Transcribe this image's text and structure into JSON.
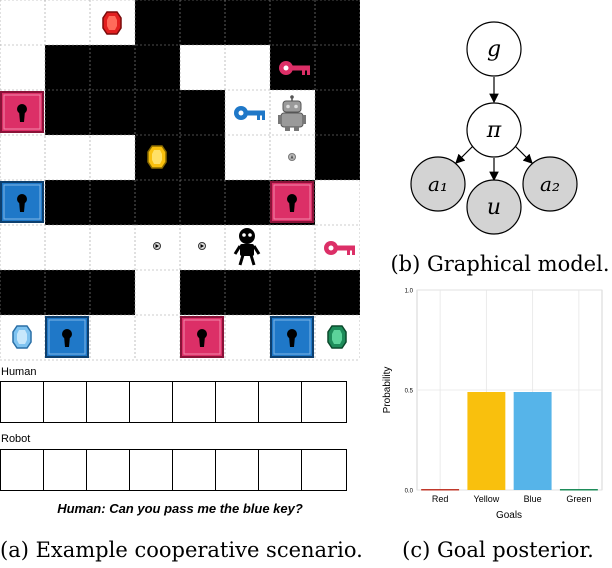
{
  "panel_a": {
    "inventory": {
      "human_label": "Human",
      "robot_label": "Robot",
      "human_slots": 8,
      "robot_slots": 8
    },
    "utterance": "Human: Can you pass me the blue key?",
    "caption": "(a) Example cooperative scenario."
  },
  "panel_b": {
    "nodes": [
      "g",
      "π",
      "a₁",
      "u",
      "a₂"
    ],
    "caption": "(b) Graphical model."
  },
  "panel_c": {
    "caption": "(c) Goal posterior.",
    "chart_data": {
      "type": "bar",
      "categories": [
        "Red",
        "Yellow",
        "Blue",
        "Green"
      ],
      "values": [
        0.005,
        0.49,
        0.49,
        0.005
      ],
      "colors": [
        "#c0392b",
        "#f9c00d",
        "#56b4e9",
        "#1e8c5a"
      ],
      "xlabel": "Goals",
      "ylabel": "Probability",
      "ylim": [
        0,
        1
      ],
      "yticks": [
        "0.0",
        "0.5",
        "1.0"
      ],
      "grid": true
    }
  },
  "colors": {
    "wall": "#000000",
    "pink": "#dc2f67",
    "blue": "#1f78c8",
    "yellow": "#f9c00d",
    "red": "#e21f1f",
    "green": "#1e8c5a",
    "node_gray": "#d3d3d3"
  }
}
